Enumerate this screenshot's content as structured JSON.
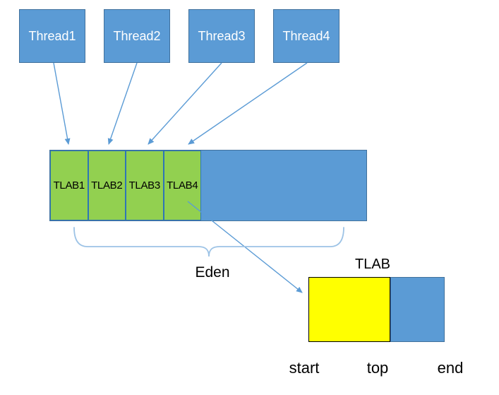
{
  "diagram": {
    "threads": [
      {
        "label": "Thread1"
      },
      {
        "label": "Thread2"
      },
      {
        "label": "Thread3"
      },
      {
        "label": "Thread4"
      }
    ],
    "eden": {
      "tlab_cells": [
        {
          "label": "TLAB1"
        },
        {
          "label": "TLAB2"
        },
        {
          "label": "TLAB3"
        },
        {
          "label": "TLAB4"
        }
      ],
      "label": "Eden"
    },
    "tlab_detail": {
      "title": "TLAB",
      "pointer_start": "start",
      "pointer_top": "top",
      "pointer_end": "end"
    },
    "colors": {
      "box_blue_fill": "#5B9BD5",
      "box_blue_border": "#41719C",
      "tlab_green_fill": "#92D050",
      "tlab_green_border": "#2E75B6",
      "arrow_blue": "#5B9BD5",
      "brace_blue": "#9DC3E6",
      "used_space_yellow": "#FFFF00",
      "used_space_border": "#000000",
      "text_dark": "#000000",
      "text_light": "#FFFFFF"
    }
  }
}
